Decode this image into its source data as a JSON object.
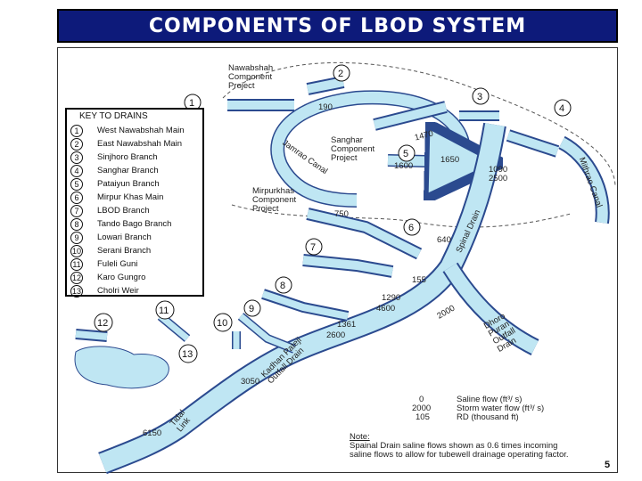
{
  "title": "COMPONENTS OF LBOD SYSTEM",
  "key": {
    "heading": "KEY TO DRAINS",
    "items": [
      {
        "num": "1",
        "name": "West Nawabshah Main"
      },
      {
        "num": "2",
        "name": "East Nawabshah Main"
      },
      {
        "num": "3",
        "name": "Sinjhoro Branch"
      },
      {
        "num": "4",
        "name": "Sanghar Branch"
      },
      {
        "num": "5",
        "name": "Pataiyun Branch"
      },
      {
        "num": "6",
        "name": "Mirpur Khas Main"
      },
      {
        "num": "7",
        "name": "LBOD Branch"
      },
      {
        "num": "8",
        "name": "Tando Bago Branch"
      },
      {
        "num": "9",
        "name": "Lowari Branch"
      },
      {
        "num": "10",
        "name": "Serani Branch"
      },
      {
        "num": "11",
        "name": "Fuleli Guni"
      },
      {
        "num": "12",
        "name": "Karo Gungro"
      },
      {
        "num": "13",
        "name": "Cholri Weir"
      }
    ]
  },
  "projects": {
    "nawabshah": "Nawabshah Component Project",
    "sanghar": "Sanghar Component Project",
    "mirpurkhas": "Mirpurkhas Component Project"
  },
  "canals": {
    "jamrao": "Jamrao Canal",
    "mithrao": "Mithrao Canal"
  },
  "drains": {
    "spinal": "Spinal Drain",
    "dhoro_puran": "Dhoro Puran Outfall Drain",
    "kadhan_pateji": "Kadhan Pateji Outfall Drain",
    "tidal_link": "Tidal Link"
  },
  "flows": {
    "f1090": "1090",
    "f2500": "2500",
    "f1290": "1290",
    "f4600": "4600",
    "f1361": "1361",
    "f2600": "2600",
    "f3050": "3050",
    "f6150": "6150",
    "f2000": "2000",
    "f1470": "1470",
    "f1650": "1650",
    "f1600": "1600",
    "f155": "155",
    "f190": "190",
    "f640": "640",
    "f750": "750"
  },
  "legend": {
    "box_top": "0",
    "box_mid": "2000",
    "box_bot": "105",
    "saline": "Saline flow (ft³/ s)",
    "storm": "Storm water flow (ft³/ s)",
    "rd": "RD (thousand ft)"
  },
  "note": {
    "heading": "Note:",
    "line1": "Spainal Drain saline flows shown as 0.6 times incoming",
    "line2": "saline flows to allow for tubewell drainage operating factor."
  },
  "page_number": "5",
  "colors": {
    "title_bg": "#0d1a7a",
    "drain_fill": "#bfe6f3",
    "drain_stroke": "#2b4a8f",
    "lake_fill": "#bfe6f3"
  }
}
